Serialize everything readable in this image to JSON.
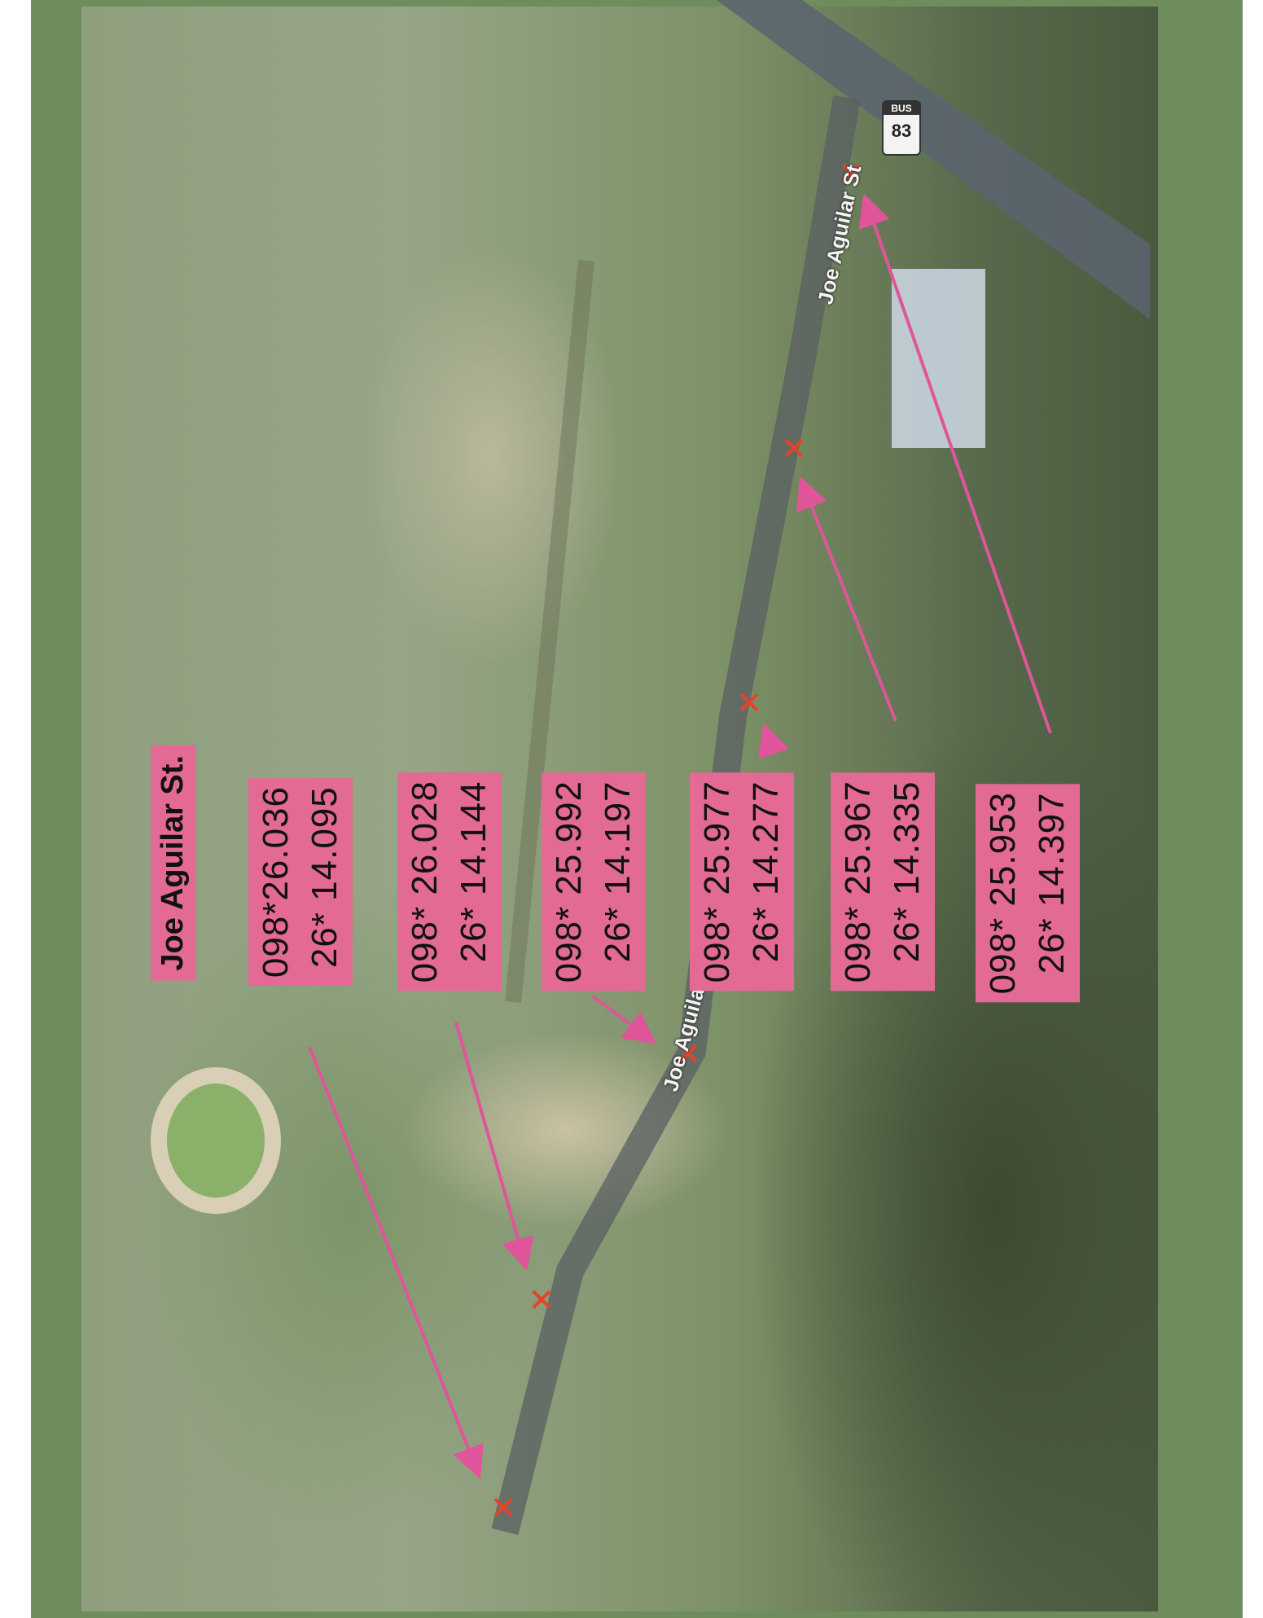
{
  "map": {
    "street_label": "Joe Aguilar St.",
    "road_labels": [
      "Joe Aguilar St",
      "Joe Aguilar St"
    ],
    "highway_shield": {
      "top": "BUS",
      "number": "83"
    },
    "coordinates": [
      {
        "lon": "098*26.036",
        "lat": "26* 14.095"
      },
      {
        "lon": "098* 26.028",
        "lat": "26* 14.144"
      },
      {
        "lon": "098* 25.992",
        "lat": "26* 14.197"
      },
      {
        "lon": "098* 25.977",
        "lat": "26* 14.277"
      },
      {
        "lon": "098* 25.967",
        "lat": "26* 14.335"
      },
      {
        "lon": "098* 25.953",
        "lat": "26* 14.397"
      }
    ],
    "colors": {
      "label": "#e36a94",
      "arrow": "#e0559a",
      "marker": "#e8412a",
      "frame": "#6f8c5c"
    }
  }
}
